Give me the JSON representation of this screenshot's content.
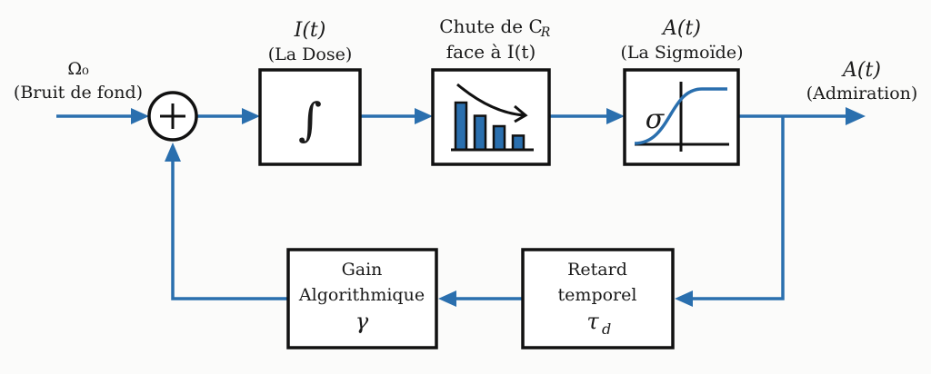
{
  "colors": {
    "signal": "#2a6fae",
    "outline": "#111111",
    "background": "#fbfbfa",
    "bar_fill": "#2a6fae"
  },
  "input": {
    "symbol": "Ω₀",
    "label": "(Bruit de fond)"
  },
  "summing_junction": {
    "operator": "+"
  },
  "integrator": {
    "title": "I(t)",
    "subtitle": "(La Dose)",
    "symbol": "∫"
  },
  "decay_block": {
    "title_line1": "Chute de C",
    "title_sub": "R",
    "title_line2": "face à I(t)",
    "icon": "decreasing-bar-chart-icon",
    "bar_levels": [
      1.0,
      0.72,
      0.5,
      0.3
    ]
  },
  "sigmoid": {
    "title": "A(t)",
    "subtitle": "(La Sigmoïde)",
    "symbol": "σ",
    "icon": "sigmoid-curve-icon"
  },
  "output": {
    "symbol": "A(t)",
    "label": "(Admiration)"
  },
  "delay_block": {
    "line1": "Retard",
    "line2": "temporel",
    "symbol": "τ",
    "symbol_sub": "d"
  },
  "gain_block": {
    "line1": "Gain",
    "line2": "Algorithmique",
    "symbol": "γ"
  }
}
